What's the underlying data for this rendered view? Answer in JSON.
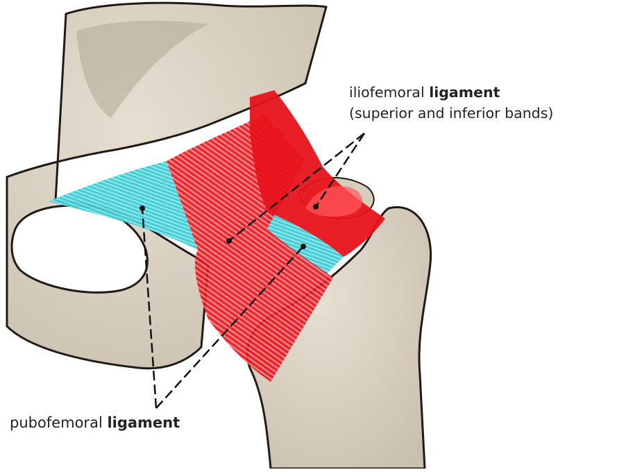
{
  "labels": {
    "iliofemoral_prefix": "iliofemoral ",
    "iliofemoral_bold": "ligament",
    "iliofemoral_sub": "(superior and inferior bands)",
    "pubofemoral_prefix": "pubofemoral ",
    "pubofemoral_bold": "ligament"
  },
  "colors": {
    "bone": "#dcd4c5",
    "bone_shadow": "#b5ab9b",
    "outline": "#1f1a16",
    "iliofemoral": "#e8131b",
    "pubofemoral": "#3fcbd2",
    "leader": "#111111"
  }
}
